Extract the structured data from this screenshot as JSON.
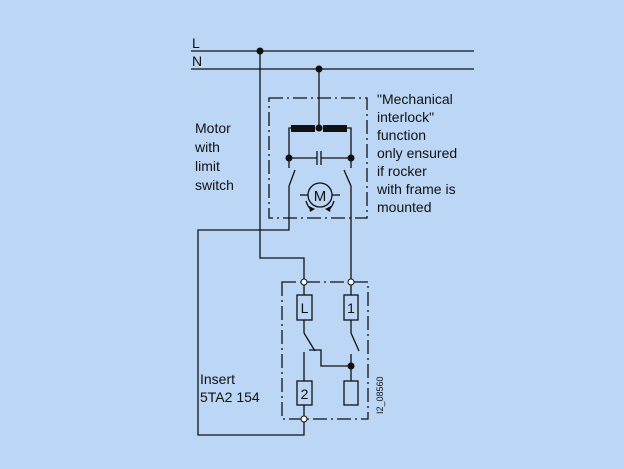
{
  "lines": {
    "l": "L",
    "n": "N"
  },
  "motor_label": [
    "Motor",
    "with",
    "limit",
    "switch"
  ],
  "note": [
    "\"Mechanical",
    "interlock\"",
    "function",
    "only ensured",
    "if rocker",
    "with frame is",
    "mounted"
  ],
  "motor_symbol": "M",
  "terminals": {
    "l": "L",
    "one": "1",
    "two": "2"
  },
  "insert": [
    "Insert",
    "5TA2 154"
  ],
  "drawing_id": "I2_08560",
  "colors": {
    "background": "#bcd6f6",
    "line": "#111111"
  }
}
